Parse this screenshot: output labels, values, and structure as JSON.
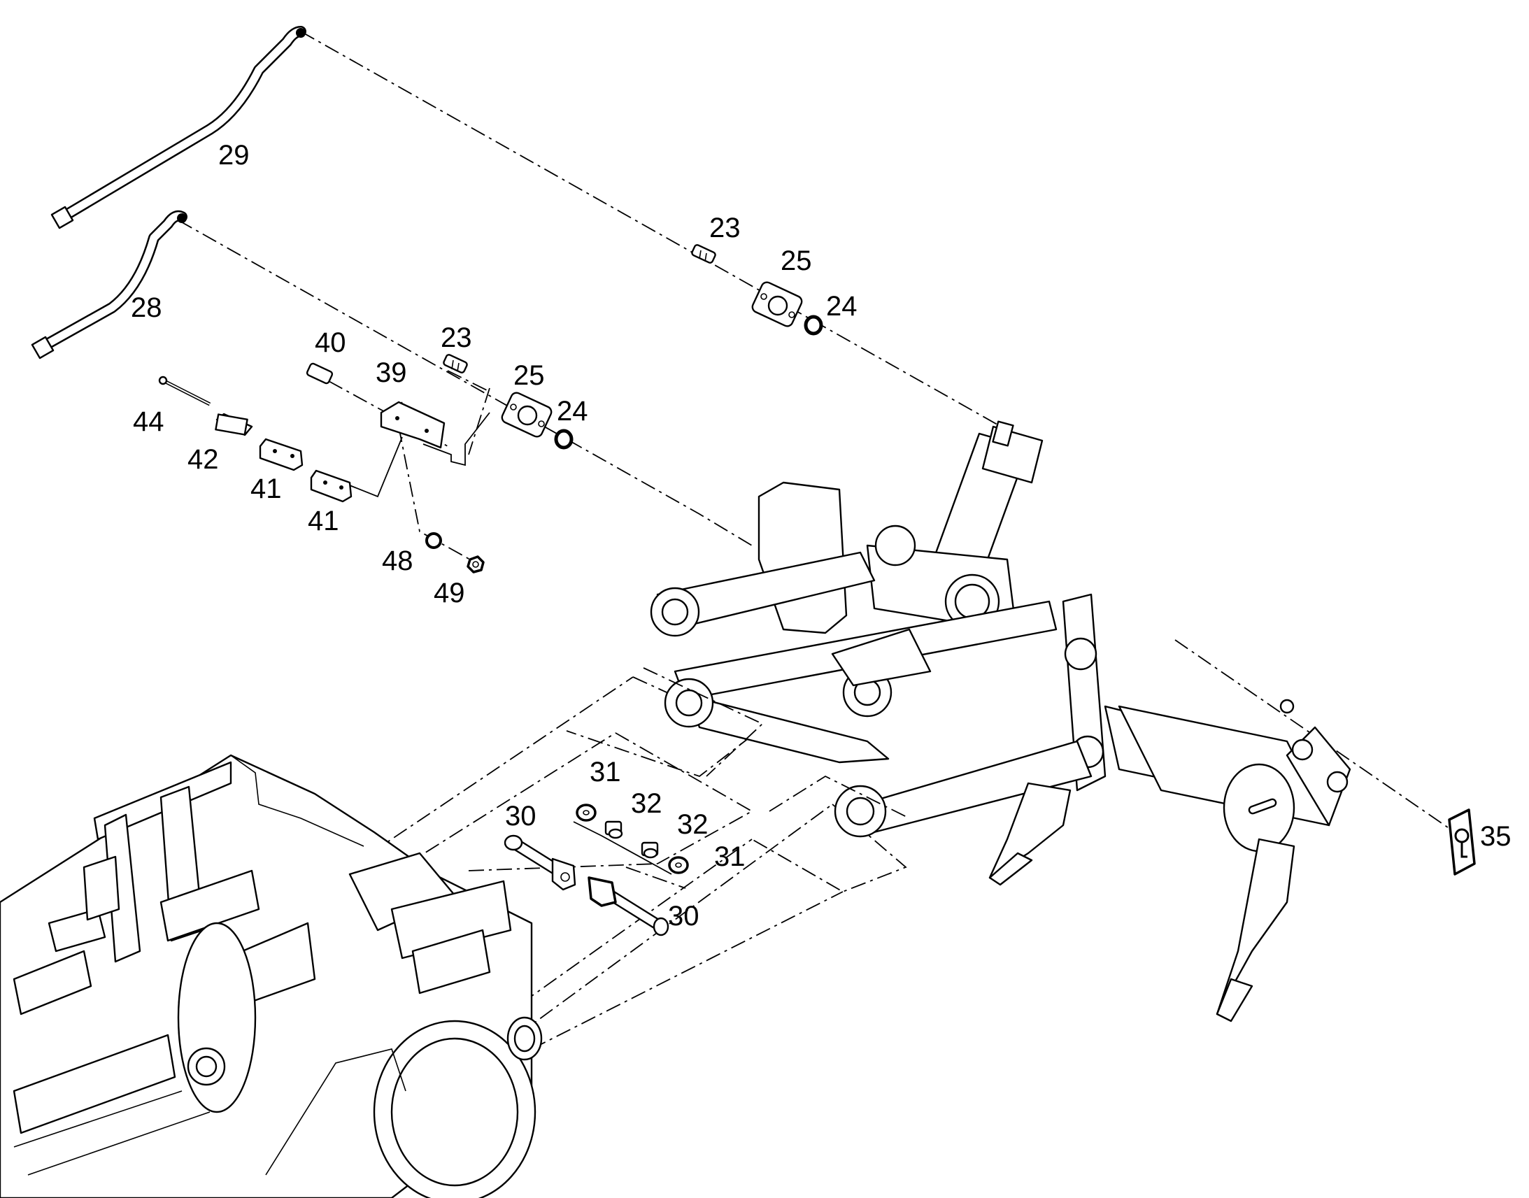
{
  "callouts": [
    {
      "id": "29",
      "label": "29"
    },
    {
      "id": "28",
      "label": "28"
    },
    {
      "id": "23a",
      "label": "23"
    },
    {
      "id": "25a",
      "label": "25"
    },
    {
      "id": "24a",
      "label": "24"
    },
    {
      "id": "40",
      "label": "40"
    },
    {
      "id": "23b",
      "label": "23"
    },
    {
      "id": "39",
      "label": "39"
    },
    {
      "id": "25b",
      "label": "25"
    },
    {
      "id": "24b",
      "label": "24"
    },
    {
      "id": "44",
      "label": "44"
    },
    {
      "id": "42",
      "label": "42"
    },
    {
      "id": "41a",
      "label": "41"
    },
    {
      "id": "41b",
      "label": "41"
    },
    {
      "id": "48",
      "label": "48"
    },
    {
      "id": "49",
      "label": "49"
    },
    {
      "id": "31a",
      "label": "31"
    },
    {
      "id": "32a",
      "label": "32"
    },
    {
      "id": "30a",
      "label": "30"
    },
    {
      "id": "32b",
      "label": "32"
    },
    {
      "id": "31b",
      "label": "31"
    },
    {
      "id": "30b",
      "label": "30"
    },
    {
      "id": "35",
      "label": "35"
    }
  ]
}
